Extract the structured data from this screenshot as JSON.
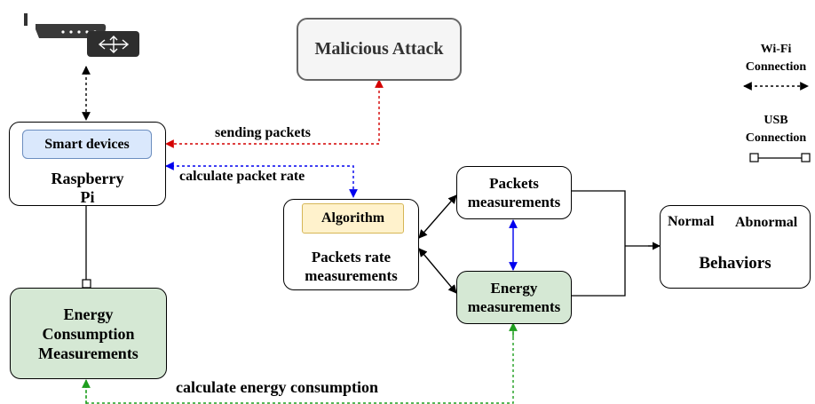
{
  "nodes": {
    "malicious": "Malicious Attack",
    "smart_devices": "Smart devices",
    "raspberry": [
      "Raspberry",
      "Pi"
    ],
    "energy_consumption": [
      "Energy",
      "Consumption",
      "Measurements"
    ],
    "algorithm": "Algorithm",
    "packets_rate": [
      "Packets rate",
      "measurements"
    ],
    "packets_meas": [
      "Packets",
      "measurements"
    ],
    "energy_meas": [
      "Energy",
      "measurements"
    ],
    "normal": "Normal",
    "abnormal": "Abnormal",
    "behaviors": "Behaviors"
  },
  "edges": {
    "sending_packets": "sending packets",
    "calc_packet_rate": "calculate packet rate",
    "calc_energy": "calculate energy consumption"
  },
  "legend": {
    "wifi": [
      "Wi-Fi",
      "Connection"
    ],
    "usb": [
      "USB",
      "Connection"
    ]
  },
  "colors": {
    "red": "#d40000",
    "blue": "#0000ee",
    "green": "#1e9e1e",
    "smart_fill": "#dae8fc",
    "smart_stroke": "#6c8ebf",
    "algo_fill": "#fff2cc",
    "algo_stroke": "#d6b656",
    "energy_fill": "#d5e8d4",
    "gray_fill": "#f5f5f5"
  },
  "icons": {
    "device": "router-icon",
    "switch": "switch-icon"
  }
}
